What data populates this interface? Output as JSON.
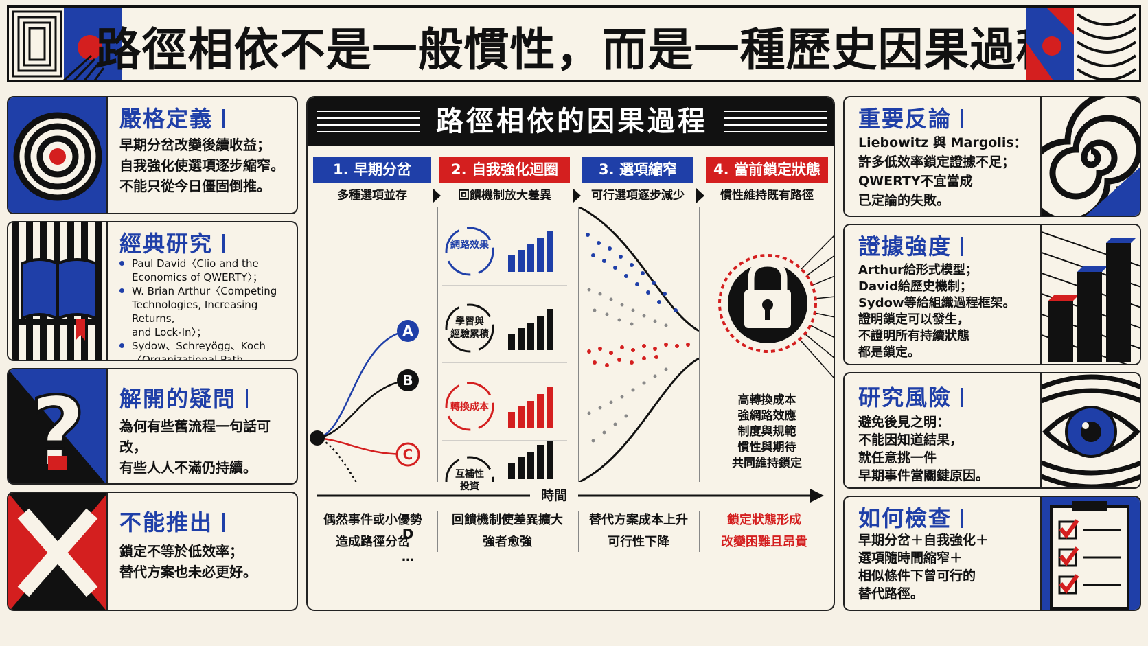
{
  "title": "路徑相依不是一般慣性，而是一種歷史因果過程",
  "colors": {
    "blue": "#1f3fa8",
    "red": "#d41f1f",
    "black": "#111111",
    "paper": "#f6f1e6"
  },
  "left_cards": [
    {
      "heading": "嚴格定義",
      "body": "早期分岔改變後續收益；\n自我強化使選項逐步縮窄。\n不能只從今日僵固倒推。",
      "icon": "target-icon"
    },
    {
      "heading": "經典研究",
      "items": [
        "Paul David〈Clio and the\nEconomics of QWERTY〉；",
        "W. Brian Arthur〈Competing\nTechnologies, Increasing Returns,\nand Lock-In〉；",
        "Sydow、Schreyögg、Koch\n〈Organizational Path Dependence〉。"
      ],
      "icon": "book-icon"
    },
    {
      "heading": "解開的疑問",
      "body": "為何有些舊流程一句話可改，\n有些人人不滿仍持續。",
      "icon": "question-icon"
    },
    {
      "heading": "不能推出",
      "body": "鎖定不等於低效率；\n替代方案也未必更好。",
      "icon": "x-icon"
    }
  ],
  "right_cards": [
    {
      "heading": "重要反論",
      "body": "Liebowitz 與 Margolis：\n許多低效率鎖定證據不足；\nQWERTY不宜當成\n已定論的失敗。",
      "icon": "spiral-icon"
    },
    {
      "heading": "證據強度",
      "body": "Arthur給形式模型；\nDavid給歷史機制；\nSydow等給組織過程框架。\n證明鎖定可以發生，\n不證明所有持續狀態\n都是鎖定。",
      "icon": "bar-blocks-icon"
    },
    {
      "heading": "研究風險",
      "body": "避免後見之明：\n不能因知道結果，\n就任意挑一件\n早期事件當關鍵原因。",
      "icon": "eye-icon"
    },
    {
      "heading": "如何檢查",
      "body": "早期分岔＋自我強化＋\n選項隨時間縮窄＋\n相似條件下曾可行的\n替代路徑。",
      "icon": "checklist-icon"
    }
  ],
  "center": {
    "title": "路徑相依的因果過程",
    "stages": [
      {
        "label": "1. 早期分岔",
        "sub": "多種選項並存",
        "color": "#1f3fa8"
      },
      {
        "label": "2. 自我強化迴圈",
        "sub": "回饋機制放大差異",
        "color": "#d41f1f"
      },
      {
        "label": "3. 選項縮窄",
        "sub": "可行選項逐步減少",
        "color": "#1f3fa8"
      },
      {
        "label": "4. 當前鎖定狀態",
        "sub": "慣性維持既有路徑",
        "color": "#d41f1f"
      }
    ],
    "branches": [
      "A",
      "B",
      "C",
      "D",
      "…"
    ],
    "loops": [
      "網路效果",
      "學習與\n經驗累積",
      "轉換成本",
      "互補性\n投資"
    ],
    "lock_factors": [
      "高轉換成本",
      "強網路效應",
      "制度與規範",
      "慣性與期待",
      "共同維持鎖定"
    ],
    "time_label": "時間",
    "bottom": [
      "偶然事件或小優勢\n造成路徑分岔",
      "回饋機制使差異擴大\n強者愈強",
      "替代方案成本上升\n可行性下降",
      "鎖定狀態形成\n改變困難且昂貴"
    ]
  }
}
